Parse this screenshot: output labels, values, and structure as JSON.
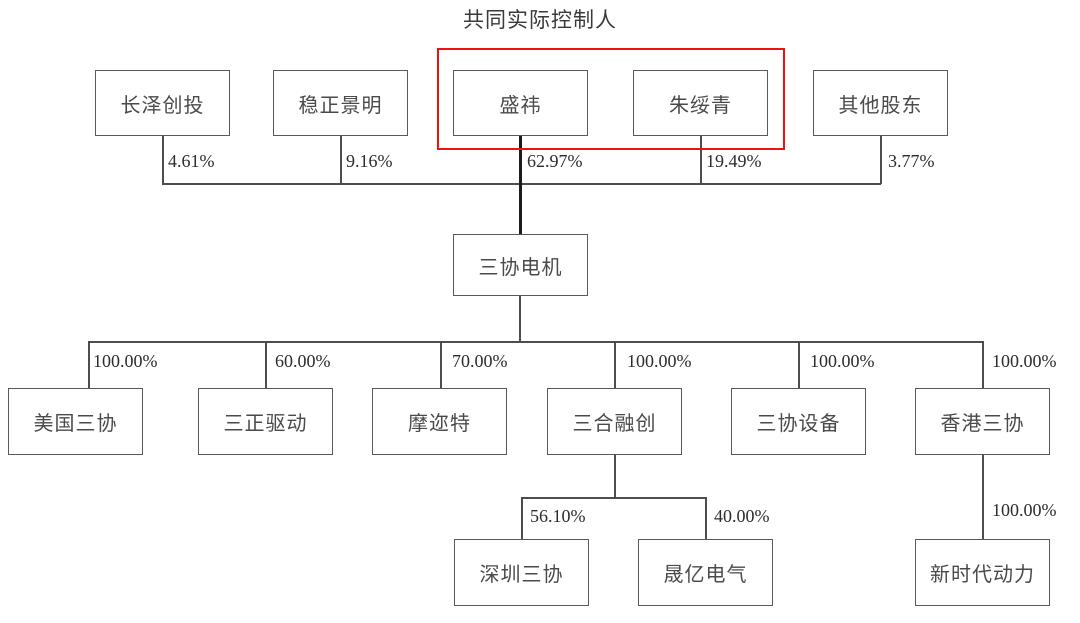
{
  "diagram": {
    "title": "共同实际控制人",
    "highlight_color": "#ee1111",
    "line_color": "#4d4d4d",
    "shareholders": [
      {
        "name": "长泽创投",
        "percent": "4.61%"
      },
      {
        "name": "稳正景明",
        "percent": "9.16%"
      },
      {
        "name": "盛祎",
        "percent": "62.97%"
      },
      {
        "name": "朱绥青",
        "percent": "19.49%"
      },
      {
        "name": "其他股东",
        "percent": "3.77%"
      }
    ],
    "company": {
      "name": "三协电机"
    },
    "subsidiaries": [
      {
        "name": "美国三协",
        "percent": "100.00%"
      },
      {
        "name": "三正驱动",
        "percent": "60.00%"
      },
      {
        "name": "摩迩特",
        "percent": "70.00%"
      },
      {
        "name": "三合融创",
        "percent": "100.00%"
      },
      {
        "name": "三协设备",
        "percent": "100.00%"
      },
      {
        "name": "香港三协",
        "percent": "100.00%"
      }
    ],
    "sub_subsidiaries": [
      {
        "name": "深圳三协",
        "percent": "56.10%",
        "parent": "三合融创"
      },
      {
        "name": "晟亿电气",
        "percent": "40.00%",
        "parent": "三合融创"
      },
      {
        "name": "新时代动力",
        "percent": "100.00%",
        "parent": "香港三协"
      }
    ]
  }
}
